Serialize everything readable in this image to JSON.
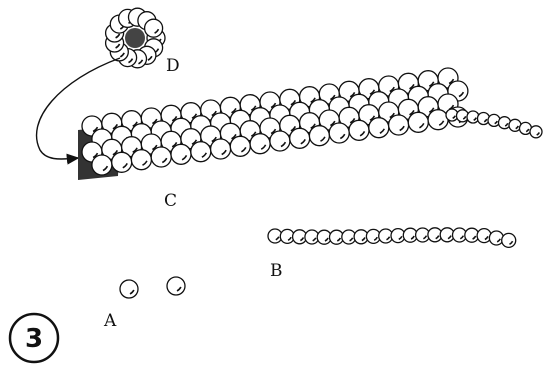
{
  "labels": {
    "A": "A",
    "B": "B",
    "C": "C",
    "D": "D"
  },
  "figure_number": "3",
  "colors": {
    "ink": "#111111",
    "bead_fill": "#ffffff",
    "background": "#ffffff"
  }
}
